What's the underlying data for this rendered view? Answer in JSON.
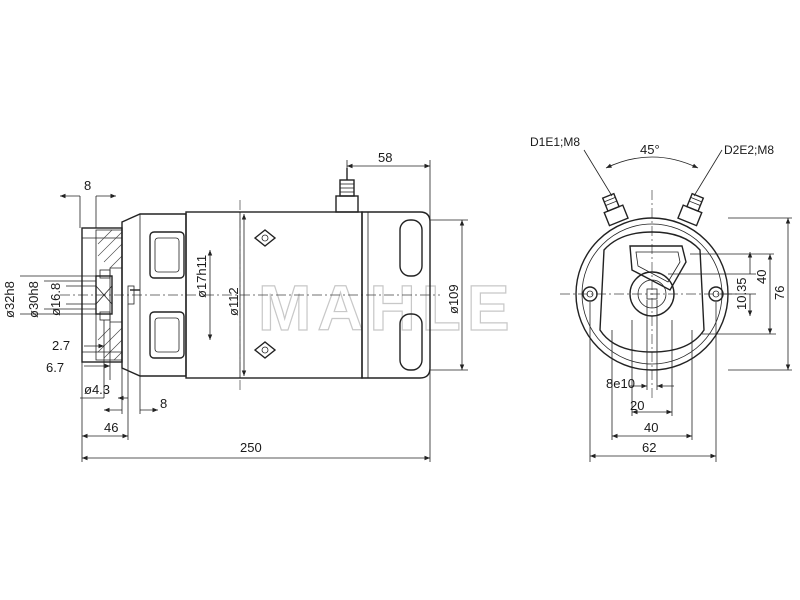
{
  "watermark": "MAHLE",
  "side_view": {
    "dims": {
      "d32h8": "ø32h8",
      "d30h8": "ø30h8",
      "d16_8": "ø16.8",
      "d17h11": "ø17h11",
      "d112": "ø112",
      "d109": "ø109",
      "d4_3": "ø4.3",
      "w8_top": "8",
      "w58": "58",
      "w2_7": "2.7",
      "w6_7": "6.7",
      "w8_bottom": "8",
      "w46": "46",
      "w250": "250"
    }
  },
  "end_view": {
    "terminal_left": "D1E1;M8",
    "terminal_right": "D2E2;M8",
    "angle": "45°",
    "dims": {
      "h10_35": "10.35",
      "h40": "40",
      "h76": "76",
      "w8e10": "8e10",
      "w20": "20",
      "w40": "40",
      "w62": "62"
    }
  }
}
